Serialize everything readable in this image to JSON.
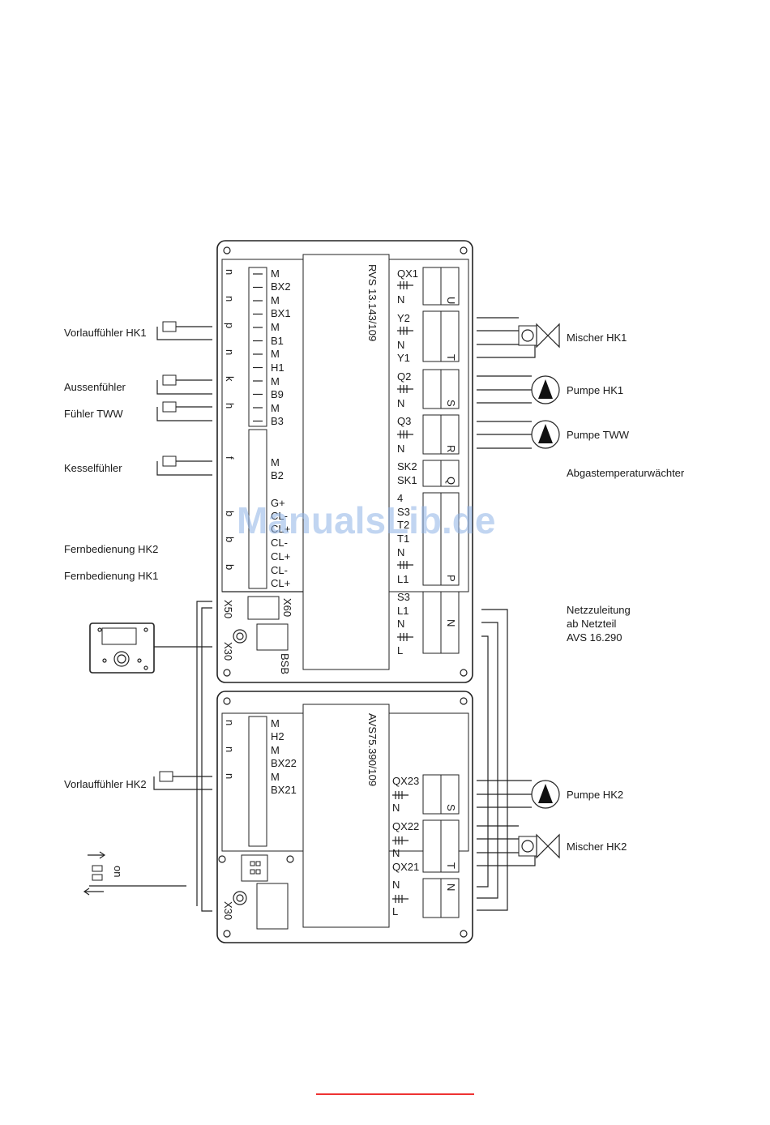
{
  "watermark": "ManualsLib.de",
  "unit1": {
    "model": "RVS 13.143/109",
    "left_terminals": [
      "M",
      "BX2",
      "M",
      "BX1",
      "M",
      "B1",
      "M",
      "H1",
      "M",
      "B9",
      "M",
      "B3"
    ],
    "left_terminals_2": [
      "M",
      "B2",
      "G+",
      "CL-",
      "CL+",
      "CL-",
      "CL+",
      "CL-",
      "CL+"
    ],
    "codes_left": [
      "n",
      "n",
      "p",
      "n",
      "k",
      "h",
      "f",
      "b",
      "b",
      "b"
    ],
    "right_groups": [
      {
        "lines": [
          "QX1",
          "N"
        ],
        "code": "U"
      },
      {
        "lines": [
          "Y2",
          "N",
          "Y1"
        ],
        "code": "T"
      },
      {
        "lines": [
          "Q2",
          "N"
        ],
        "code": "S"
      },
      {
        "lines": [
          "Q3",
          "N"
        ],
        "code": "R"
      },
      {
        "lines": [
          "SK2",
          "SK1"
        ],
        "code": "Q"
      },
      {
        "lines": [
          "4",
          "S3",
          "T2",
          "T1",
          "N",
          "L1"
        ],
        "code": "P"
      },
      {
        "lines": [
          "S3",
          "L1",
          "N",
          "L"
        ],
        "code": "N"
      }
    ],
    "x50": "X50",
    "x60": "X60",
    "x30": "X30",
    "bsb": "BSB"
  },
  "unit2": {
    "model": "AVS75.390/109",
    "left_terminals": [
      "M",
      "H2",
      "M",
      "BX22",
      "M",
      "BX21"
    ],
    "codes_left": [
      "n",
      "n",
      "n"
    ],
    "right_groups": [
      {
        "lines": [
          "QX23",
          "N"
        ],
        "code": "S"
      },
      {
        "lines": [
          "QX22",
          "N",
          "QX21"
        ],
        "code": "T"
      },
      {
        "lines": [
          "N",
          "L"
        ],
        "code": "N"
      }
    ],
    "x30": "X30"
  },
  "labels_left": {
    "vorlauf_hk1": "Vorlauffühler HK1",
    "aussen": "Aussenfühler",
    "fuehler_tww": "Fühler TWW",
    "kessel": "Kesselfühler",
    "fern_hk2": "Fernbedienung HK2",
    "fern_hk1": "Fernbedienung HK1",
    "vorlauf_hk2": "Vorlauffühler HK2",
    "on": "on"
  },
  "labels_right": {
    "mischer_hk1": "Mischer HK1",
    "pumpe_hk1": "Pumpe HK1",
    "pumpe_tww": "Pumpe TWW",
    "abgas": "Abgastemperaturwächter",
    "netz1": "Netzzuleitung",
    "netz2": "ab Netzteil",
    "netz3": "AVS 16.290",
    "pumpe_hk2": "Pumpe HK2",
    "mischer_hk2": "Mischer HK2"
  }
}
